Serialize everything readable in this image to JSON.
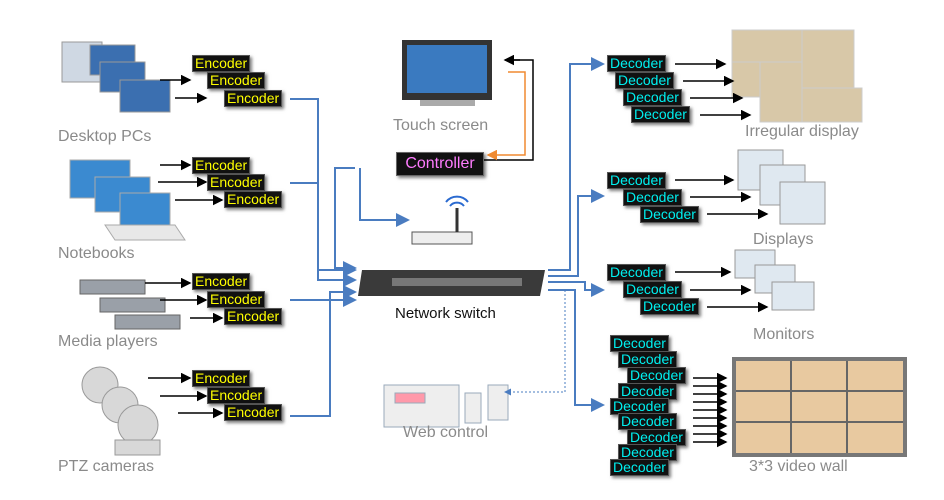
{
  "sources": [
    {
      "label": "Desktop PCs",
      "encoders": [
        "Encoder",
        "Encoder",
        "Encoder"
      ]
    },
    {
      "label": "Notebooks",
      "encoders": [
        "Encoder",
        "Encoder",
        "Encoder"
      ]
    },
    {
      "label": "Media players",
      "encoders": [
        "Encoder",
        "Encoder",
        "Encoder"
      ]
    },
    {
      "label": "PTZ cameras",
      "encoders": [
        "Encoder",
        "Encoder",
        "Encoder"
      ]
    }
  ],
  "center": {
    "touch_screen": "Touch screen",
    "controller": "Controller",
    "network_switch": "Network switch",
    "web_control": "Web control"
  },
  "outputs": [
    {
      "label": "Irregular display",
      "decoders": [
        "Decoder",
        "Decoder",
        "Decoder",
        "Decoder"
      ]
    },
    {
      "label": "Displays",
      "decoders": [
        "Decoder",
        "Decoder",
        "Decoder"
      ]
    },
    {
      "label": "Monitors",
      "decoders": [
        "Decoder",
        "Decoder",
        "Decoder"
      ]
    },
    {
      "label": "3*3 video wall",
      "decoders": [
        "Decoder",
        "Decoder",
        "Decoder",
        "Decoder",
        "Decoder",
        "Decoder",
        "Decoder",
        "Decoder",
        "Decoder"
      ]
    }
  ],
  "colors": {
    "encoder_text": "#ffff00",
    "decoder_text": "#00f0f0",
    "controller_text": "#ff7cff",
    "link": "#4a7cc0",
    "control_link": "#f08a30"
  }
}
